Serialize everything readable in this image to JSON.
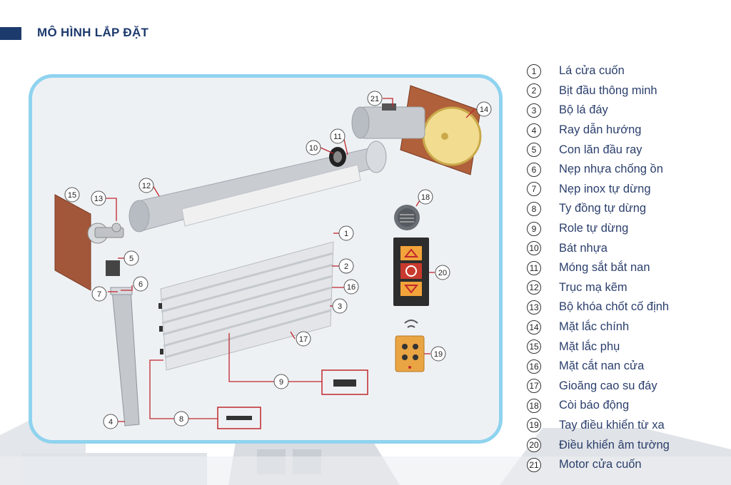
{
  "header": {
    "title": "MÔ HÌNH LẮP ĐẶT"
  },
  "colors": {
    "brand": "#1d3a6d",
    "panel_border": "#8fd3ef",
    "panel_bg": "#eef1f4",
    "callout_line": "#c0282d",
    "legend_text": "#2b3f6c"
  },
  "legend": [
    {
      "num": "1",
      "label": "Lá cửa cuốn"
    },
    {
      "num": "2",
      "label": "Bịt đầu thông minh"
    },
    {
      "num": "3",
      "label": "Bộ lá đáy"
    },
    {
      "num": "4",
      "label": "Ray dẫn hướng"
    },
    {
      "num": "5",
      "label": "Con lăn đầu ray"
    },
    {
      "num": "6",
      "label": "Nẹp nhựa chống ồn"
    },
    {
      "num": "7",
      "label": "Nẹp inox tự dừng"
    },
    {
      "num": "8",
      "label": "Ty đồng tự dừng"
    },
    {
      "num": "9",
      "label": "Role tự dừng"
    },
    {
      "num": "10",
      "label": "Bát nhựa"
    },
    {
      "num": "11",
      "label": "Móng sắt bắt nan"
    },
    {
      "num": "12",
      "label": "Trục mạ kẽm"
    },
    {
      "num": "13",
      "label": "Bộ khóa chốt cố định"
    },
    {
      "num": "14",
      "label": "Mặt lắc chính"
    },
    {
      "num": "15",
      "label": "Mặt lắc phụ"
    },
    {
      "num": "16",
      "label": "Mặt cắt nan cửa"
    },
    {
      "num": "17",
      "label": "Gioăng cao su đáy"
    },
    {
      "num": "18",
      "label": "Còi báo động"
    },
    {
      "num": "19",
      "label": "Tay điều khiển từ xa"
    },
    {
      "num": "20",
      "label": "Điều khiển âm tường"
    },
    {
      "num": "21",
      "label": "Motor cửa cuốn"
    }
  ],
  "callouts": {
    "c1": "1",
    "c2": "2",
    "c3": "3",
    "c4": "4",
    "c5": "5",
    "c6": "6",
    "c7": "7",
    "c8": "8",
    "c9": "9",
    "c10": "10",
    "c11": "11",
    "c12": "12",
    "c13": "13",
    "c14": "14",
    "c15": "15",
    "c16": "16",
    "c17": "17",
    "c18": "18",
    "c19": "19",
    "c20": "20",
    "c21": "21"
  }
}
